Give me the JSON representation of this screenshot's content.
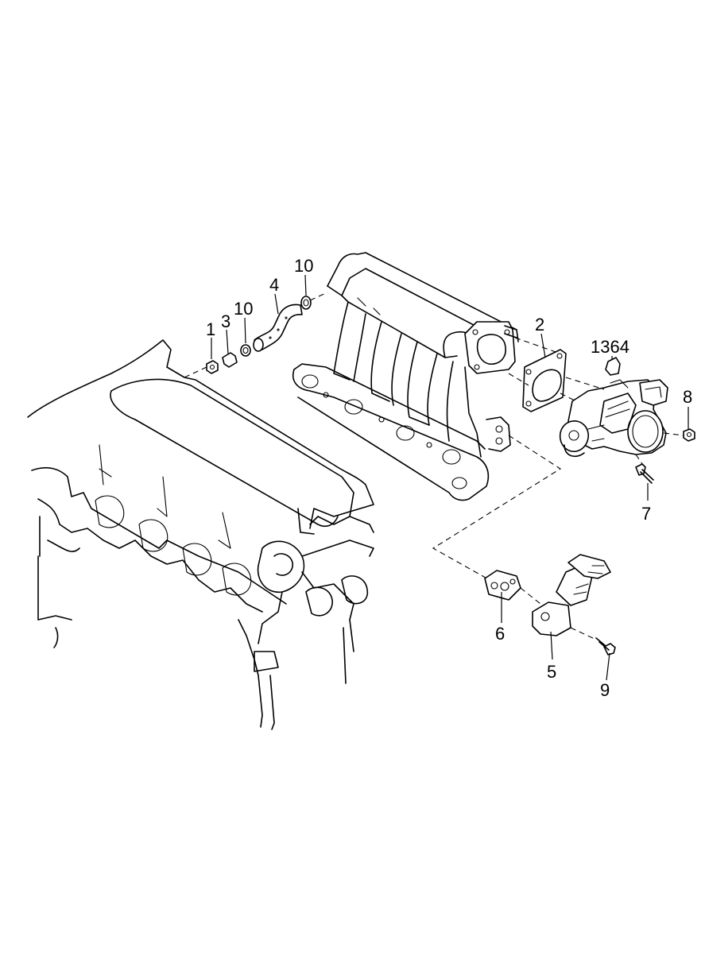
{
  "callouts": {
    "c1": "1",
    "c3": "3",
    "c10a": "10",
    "c4": "4",
    "c10b": "10",
    "c2": "2",
    "c1364": "1364",
    "c8": "8",
    "c7": "7",
    "c6": "6",
    "c5": "5",
    "c9": "9"
  }
}
